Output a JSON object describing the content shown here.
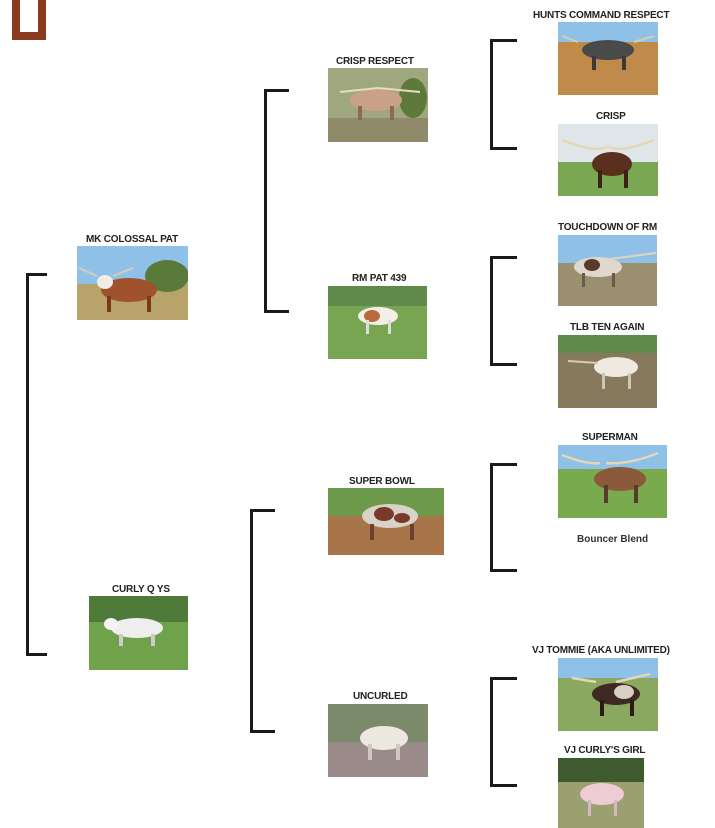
{
  "colors": {
    "logo": "#8B3A1E",
    "bracket": "#1a1a1a",
    "sky": "#8fc1e8",
    "grass": "#6fa24a",
    "dirt": "#b5945e"
  },
  "pedigree": {
    "sire": {
      "name": "MK COLOSSAL PAT"
    },
    "dam": {
      "name": "CURLY Q YS"
    },
    "sire_sire": {
      "name": "CRISP RESPECT"
    },
    "sire_dam": {
      "name": "RM PAT 439"
    },
    "dam_sire": {
      "name": "SUPER BOWL"
    },
    "dam_dam": {
      "name": "UNCURLED"
    },
    "ss_sire": {
      "name": "HUNTS COMMAND RESPECT"
    },
    "ss_dam": {
      "name": "CRISP"
    },
    "sd_sire": {
      "name": "TOUCHDOWN OF RM"
    },
    "sd_dam": {
      "name": "TLB TEN AGAIN"
    },
    "ds_sire": {
      "name": "SUPERMAN"
    },
    "ds_dam": {
      "name": "Bouncer Blend"
    },
    "dd_sire": {
      "name": "VJ TOMMIE (AKA UNLIMITED)"
    },
    "dd_dam": {
      "name": "VJ CURLY'S GIRL"
    }
  }
}
